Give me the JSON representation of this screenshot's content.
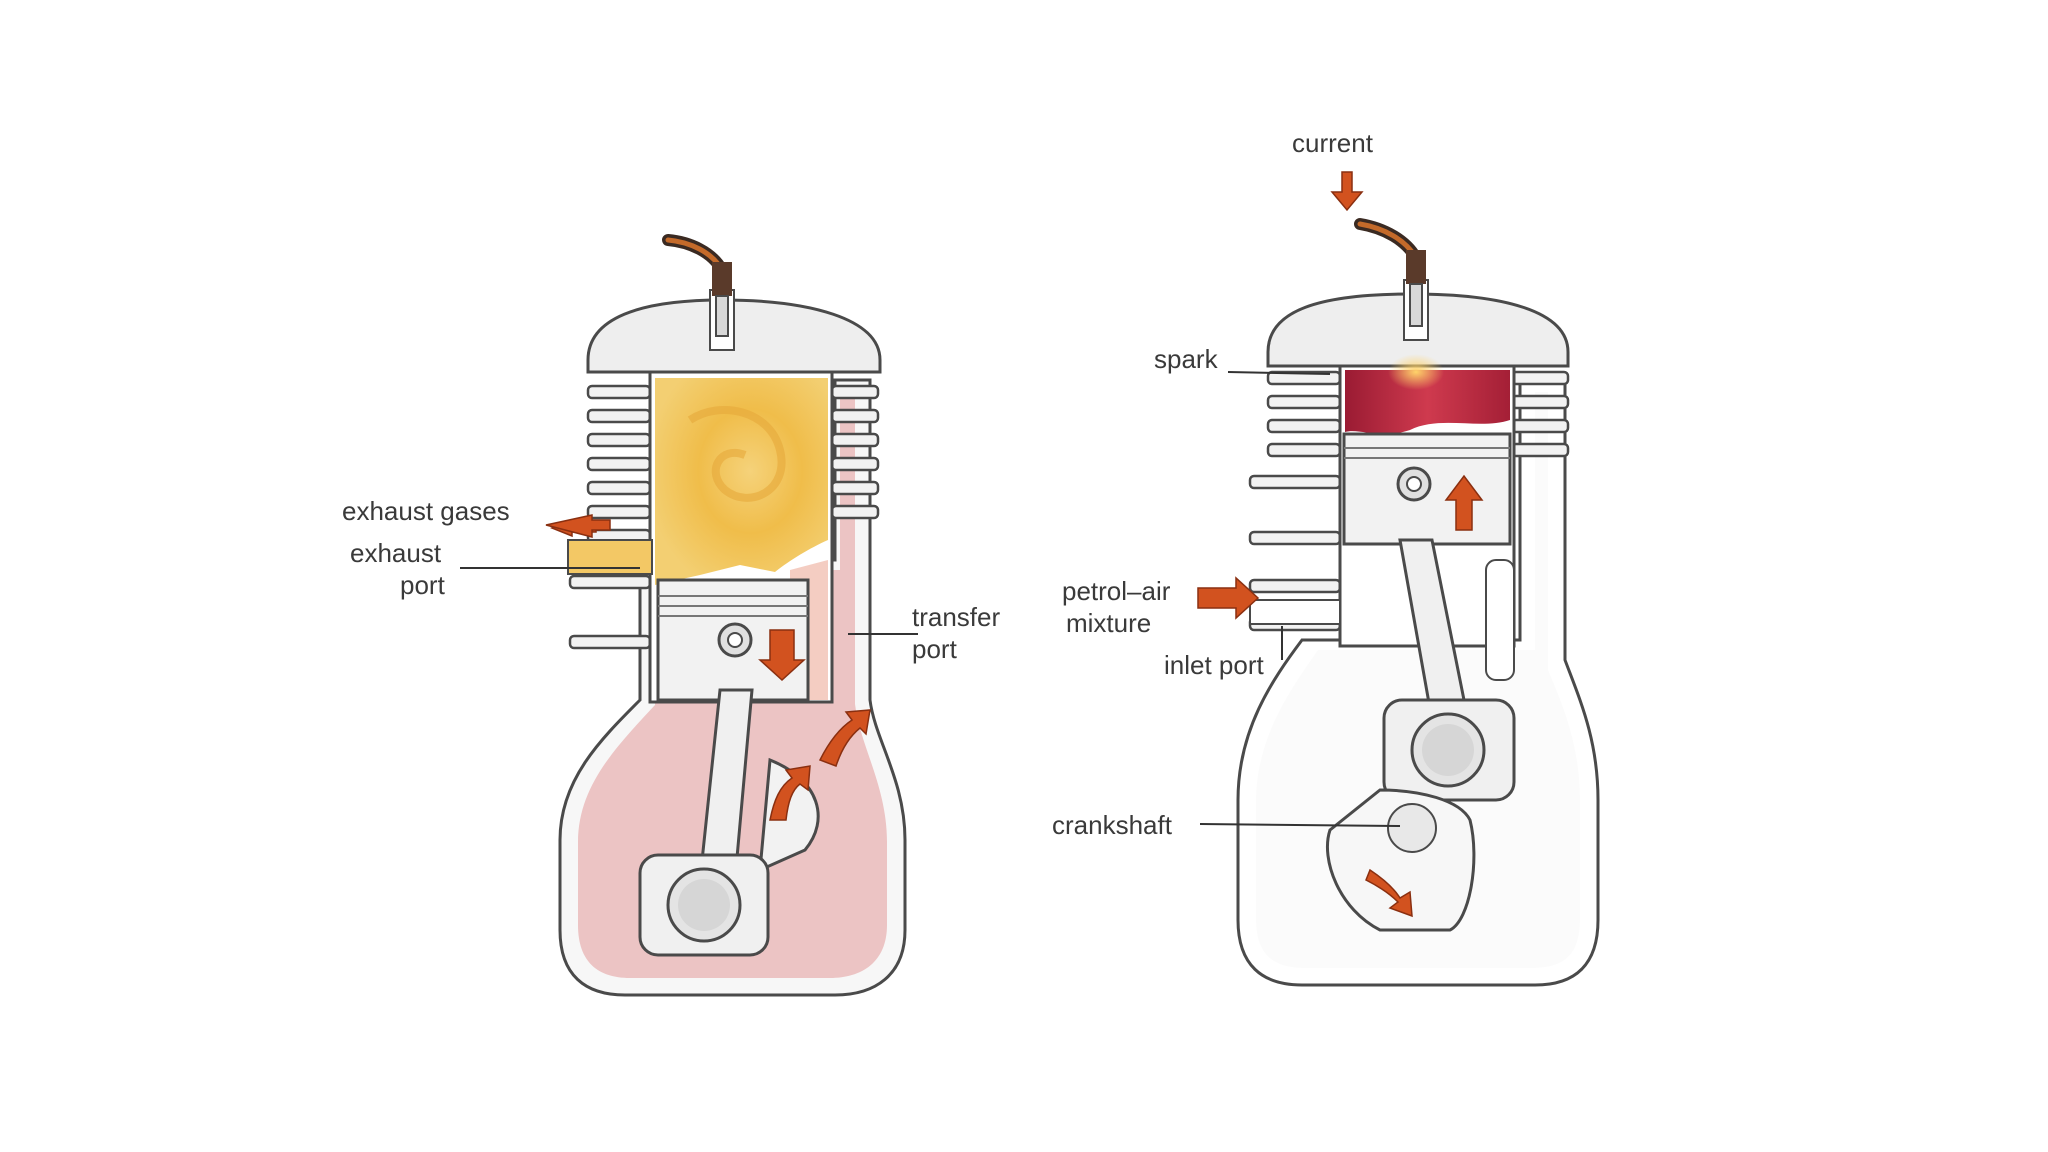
{
  "labels": {
    "exhaust_gases": "exhaust gases",
    "exhaust_port_1": "exhaust",
    "exhaust_port_2": "port",
    "transfer_port_1": "transfer",
    "transfer_port_2": "port",
    "current": "current",
    "spark": "spark",
    "petrol_air_1": "petrol–air",
    "petrol_air_2": "mixture",
    "inlet_port": "inlet port",
    "crankshaft": "crankshaft"
  },
  "colors": {
    "engine_outline": "#4a4a4a",
    "casing_fill": "#f4f4f4",
    "exhaust_gas": "#f2c24e",
    "crankcase_mixture": "#ecc4c4",
    "combustion_red": "#b8243c",
    "arrow": "#d2521f",
    "piston": "#f2f2f2"
  },
  "icons": {
    "motion_arrow": "orange-arrow-icon",
    "spark_plug": "spark-plug-icon"
  }
}
